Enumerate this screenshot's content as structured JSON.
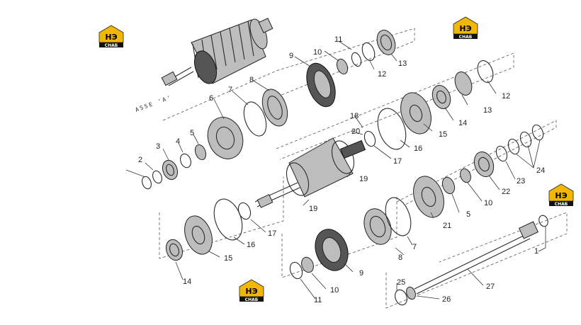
{
  "brand": {
    "logo_mark": "НЭ",
    "logo_sub": "СНАБ",
    "accent": "#f2b705"
  },
  "assembly_label": "ASSE 'A'",
  "callouts": [
    {
      "id": "c1",
      "text": "1"
    },
    {
      "id": "c2",
      "text": "2"
    },
    {
      "id": "c3",
      "text": "3"
    },
    {
      "id": "c4",
      "text": "4"
    },
    {
      "id": "c5a",
      "text": "5"
    },
    {
      "id": "c5b",
      "text": "5"
    },
    {
      "id": "c6",
      "text": "6"
    },
    {
      "id": "c7a",
      "text": "7"
    },
    {
      "id": "c7b",
      "text": "7"
    },
    {
      "id": "c8a",
      "text": "8"
    },
    {
      "id": "c8b",
      "text": "8"
    },
    {
      "id": "c9a",
      "text": "9"
    },
    {
      "id": "c9b",
      "text": "9"
    },
    {
      "id": "c10a",
      "text": "10"
    },
    {
      "id": "c10b",
      "text": "10"
    },
    {
      "id": "c10c",
      "text": "10"
    },
    {
      "id": "c11a",
      "text": "11"
    },
    {
      "id": "c11b",
      "text": "11"
    },
    {
      "id": "c12a",
      "text": "12"
    },
    {
      "id": "c12b",
      "text": "12"
    },
    {
      "id": "c13a",
      "text": "13"
    },
    {
      "id": "c13b",
      "text": "13"
    },
    {
      "id": "c14a",
      "text": "14"
    },
    {
      "id": "c14b",
      "text": "14"
    },
    {
      "id": "c15a",
      "text": "15"
    },
    {
      "id": "c15b",
      "text": "15"
    },
    {
      "id": "c16a",
      "text": "16"
    },
    {
      "id": "c16b",
      "text": "16"
    },
    {
      "id": "c17a",
      "text": "17"
    },
    {
      "id": "c17b",
      "text": "17"
    },
    {
      "id": "c18",
      "text": "18"
    },
    {
      "id": "c19a",
      "text": "19"
    },
    {
      "id": "c19b",
      "text": "19"
    },
    {
      "id": "c20",
      "text": "20"
    },
    {
      "id": "c21",
      "text": "21"
    },
    {
      "id": "c22",
      "text": "22"
    },
    {
      "id": "c23",
      "text": "23"
    },
    {
      "id": "c24",
      "text": "24"
    },
    {
      "id": "c25",
      "text": "25"
    },
    {
      "id": "c26",
      "text": "26"
    },
    {
      "id": "c27",
      "text": "27"
    }
  ]
}
